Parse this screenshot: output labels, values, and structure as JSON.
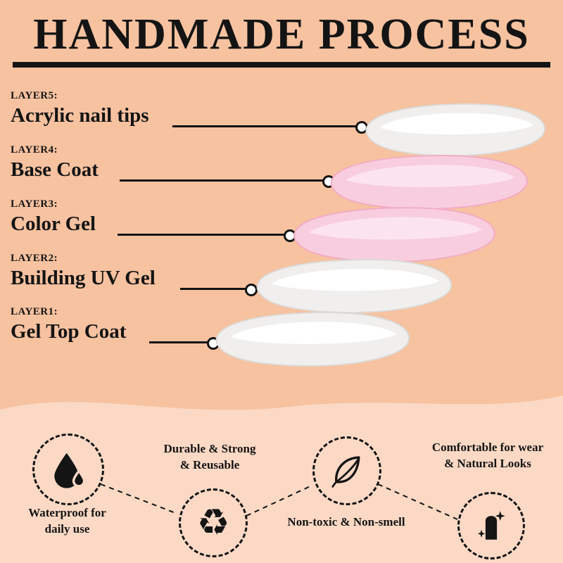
{
  "title": "HANDMADE PROCESS",
  "layers": [
    {
      "tag": "LAYER5:",
      "name": "Acrylic nail tips",
      "tip": "white"
    },
    {
      "tag": "LAYER4:",
      "name": "Base Coat",
      "tip": "pink"
    },
    {
      "tag": "LAYER3:",
      "name": "Color Gel",
      "tip": "pink"
    },
    {
      "tag": "LAYER2:",
      "name": "Building UV Gel",
      "tip": "white"
    },
    {
      "tag": "LAYER1:",
      "name": "Gel Top Coat",
      "tip": "white"
    }
  ],
  "features": [
    {
      "icon": "water-drop",
      "line1": "Waterproof for",
      "line2": "daily use"
    },
    {
      "icon": "recycle",
      "line1": "Durable & Strong",
      "line2": "& Reusable"
    },
    {
      "icon": "leaf",
      "line1": "Non-toxic & Non-smell",
      "line2": ""
    },
    {
      "icon": "nail-tip",
      "line1": "Comfortable for wear",
      "line2": "& Natural Looks"
    }
  ],
  "icons": {
    "recycle_glyph": "♻"
  },
  "colors": {
    "bg_top": "#f7c2a0",
    "bg_bottom": "#fbd9c5",
    "ink": "#141414",
    "tip_white": "#f0efed",
    "tip_white_edge": "#dbdad8",
    "tip_white_hi": "#ffffff",
    "tip_pink": "#f8cede",
    "tip_pink_edge": "#f2abc6",
    "tip_pink_hi": "#fce4ee"
  }
}
